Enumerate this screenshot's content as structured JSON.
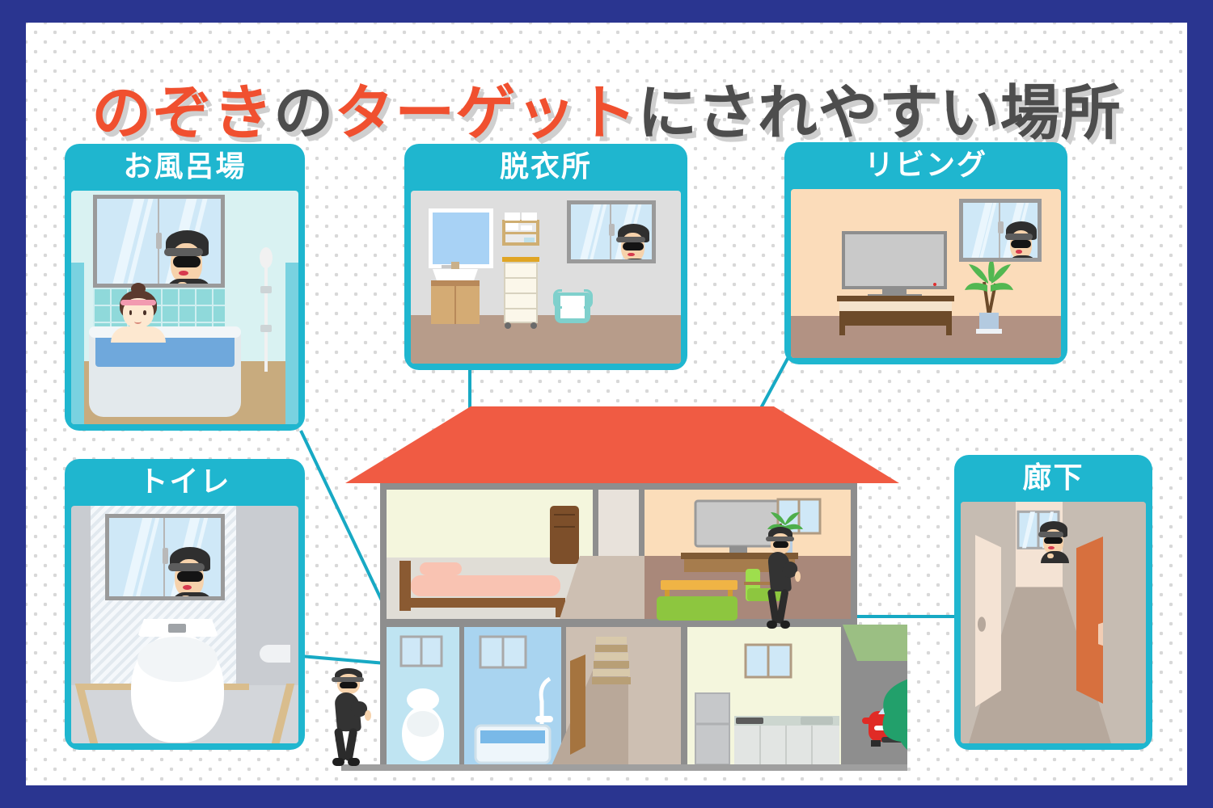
{
  "title": {
    "full": "のぞきのターゲットにされやすい場所",
    "seg1": "のぞき",
    "seg2": "の",
    "seg3": "ターゲット",
    "seg4": "にされやすい場所"
  },
  "colors": {
    "frame_navy": "#2a3590",
    "panel_teal": "#1fb6cf",
    "connector_teal": "#17a9c4",
    "title_accent": "#f0502f",
    "title_dark": "#4d4d4d",
    "title_shadow": "#cfcfcf",
    "roof_red": "#f05b43",
    "car_red": "#e02b26",
    "carport_green": "#9bbf83",
    "sofa_green": "#8dc63f",
    "page_bg": "#ffffff",
    "dot_gray": "#d8d8d8"
  },
  "panels": [
    {
      "id": "bathroom",
      "label": "お風呂場",
      "icon": "bathtub-icon",
      "scene_items": [
        "window",
        "peeping-man",
        "tiled-wall",
        "bathtub",
        "woman-bathing",
        "shower-head"
      ]
    },
    {
      "id": "changing-room",
      "label": "脱衣所",
      "icon": "mirror-icon",
      "scene_items": [
        "mirror",
        "washbasin-vanity",
        "wall-shelf",
        "drawer-cart",
        "laundry-basket",
        "window",
        "peeping-man"
      ]
    },
    {
      "id": "living-room",
      "label": "リビング",
      "icon": "tv-icon",
      "scene_items": [
        "television",
        "tv-stand",
        "potted-palm",
        "window",
        "peeping-man"
      ]
    },
    {
      "id": "toilet",
      "label": "トイレ",
      "icon": "toilet-icon",
      "scene_items": [
        "toilet",
        "window",
        "peeping-man",
        "paper-holder"
      ]
    },
    {
      "id": "hallway",
      "label": "廊下",
      "icon": "corridor-icon",
      "scene_items": [
        "left-door",
        "right-door",
        "end-window",
        "peeping-man"
      ]
    }
  ],
  "house": {
    "name": "cutaway-house",
    "rooms": [
      {
        "id": "bedroom",
        "items": [
          "bed",
          "cabinet"
        ]
      },
      {
        "id": "living-room",
        "items": [
          "tv",
          "tv-stand",
          "potted-palm",
          "window",
          "sofa",
          "low-table",
          "armchair"
        ]
      },
      {
        "id": "toilet",
        "items": [
          "toilet",
          "window"
        ]
      },
      {
        "id": "bathroom",
        "items": [
          "bathtub",
          "shower",
          "window"
        ]
      },
      {
        "id": "stair-hall",
        "items": [
          "stairs",
          "door"
        ]
      },
      {
        "id": "kitchen",
        "items": [
          "refrigerator",
          "stove",
          "sink",
          "window"
        ]
      }
    ],
    "exterior": [
      "red-roof",
      "carport",
      "red-car",
      "tree-large",
      "tree-small",
      "burglar-on-roof",
      "burglar-sneaking"
    ]
  },
  "connectors": [
    {
      "from": "bathroom-panel",
      "to": "house-toilet"
    },
    {
      "from": "changing-room-panel",
      "to": "house-bathroom"
    },
    {
      "from": "toilet-panel",
      "to": "house-toilet"
    },
    {
      "from": "living-room-panel",
      "to": "house-living-room"
    },
    {
      "from": "hallway-panel",
      "to": "house-stair-hall"
    }
  ]
}
